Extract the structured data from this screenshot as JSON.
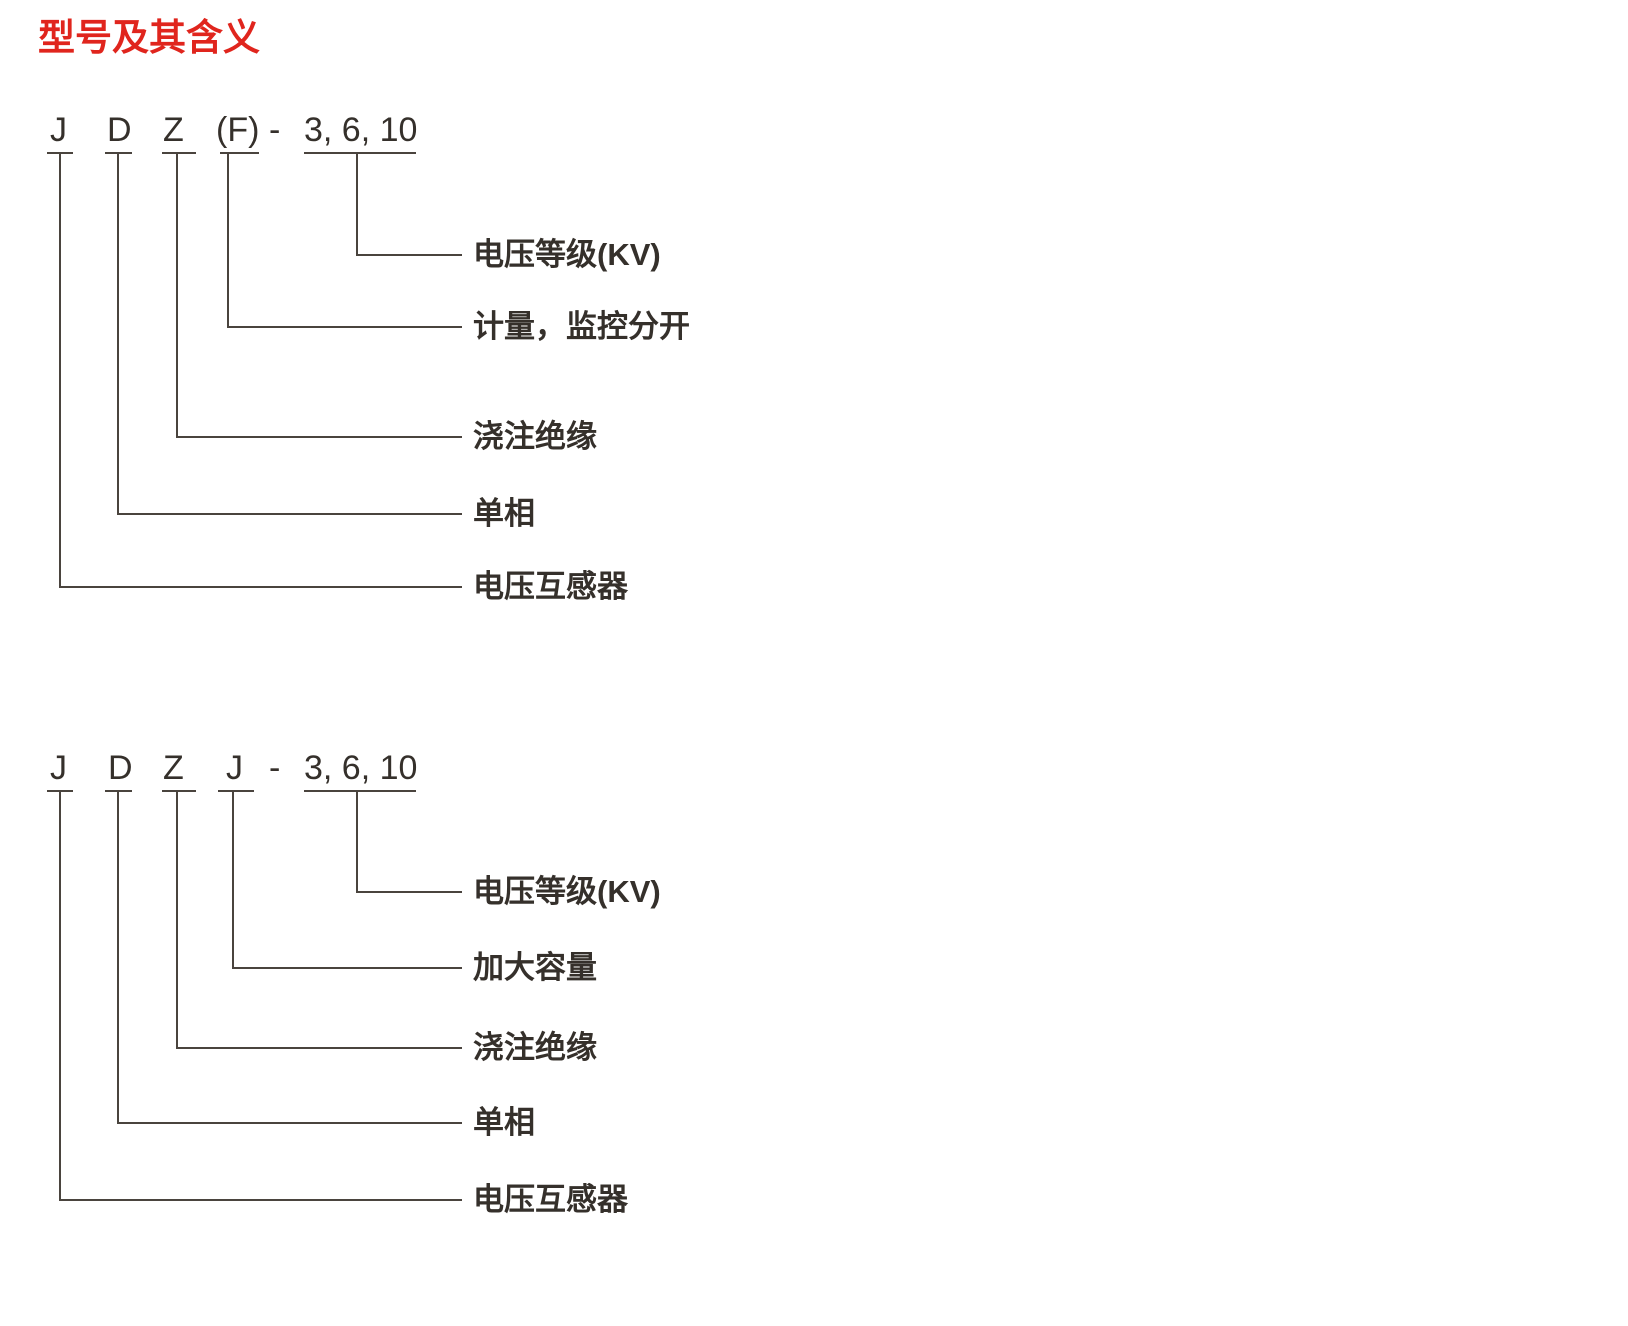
{
  "title": {
    "text": "型号及其含义"
  },
  "colors": {
    "heading_red": "#e0251d",
    "ink": "#35302b",
    "line": "#4a443e"
  },
  "diagrams": [
    {
      "tokens": [
        "J",
        "D",
        "Z",
        "(F)",
        "-",
        "3, 6, 10"
      ],
      "branches": [
        {
          "label": "电压等级(KV)"
        },
        {
          "label": "计量，监控分开"
        },
        {
          "label": "浇注绝缘"
        },
        {
          "label": "单相"
        },
        {
          "label": "电压互感器"
        }
      ]
    },
    {
      "tokens": [
        "J",
        "D",
        "Z",
        "J",
        "-",
        "3, 6, 10"
      ],
      "branches": [
        {
          "label": "电压等级(KV)"
        },
        {
          "label": "加大容量"
        },
        {
          "label": "浇注绝缘"
        },
        {
          "label": "单相"
        },
        {
          "label": "电压互感器"
        }
      ]
    }
  ]
}
